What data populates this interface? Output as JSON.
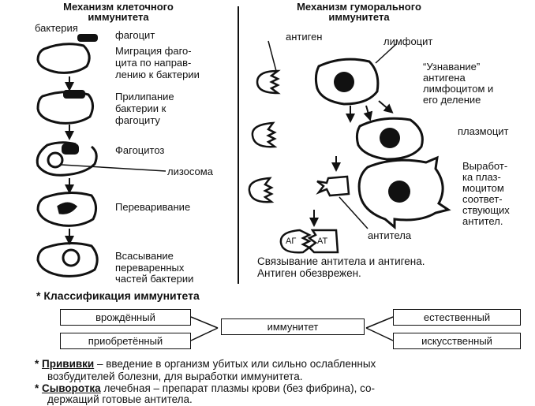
{
  "cellular": {
    "title_line1": "Механизм клеточного",
    "title_line2": "иммунитета",
    "bacterium": "бактерия",
    "phagocyte": "фагоцит",
    "migration": [
      "Миграция фаго-",
      "цита по направ-",
      "лению к бактерии"
    ],
    "adhesion": [
      "Прилипание",
      "бактерии к",
      "фагоциту"
    ],
    "phagocytosis": "Фагоцитоз",
    "lysosome": "лизосома",
    "digestion": "Переваривание",
    "absorption": [
      "Всасывание",
      "переваренных",
      "частей бактерии"
    ]
  },
  "humoral": {
    "title_line1": "Механизм гуморального",
    "title_line2": "иммунитета",
    "antigen": "антиген",
    "lymphocyte": "лимфоцит",
    "recognition": [
      "“Узнавание”",
      "антигена",
      "лимфоцитом и",
      "его деление"
    ],
    "plasmocyte": "плазмоцит",
    "production": [
      "Выработ-",
      "ка плаз-",
      "моцитом",
      "соответ-",
      "ствующих",
      "антител."
    ],
    "antibodies": "антитела",
    "ag": "АГ",
    "at": "АТ",
    "binding": [
      "Связывание антитела и антигена.",
      "Антиген обезврежен."
    ]
  },
  "classification": {
    "title": "* Классификация иммунитета",
    "innate": "врождённый",
    "acquired": "приобретённый",
    "immunity": "иммунитет",
    "natural": "естественный",
    "artificial": "искусственный"
  },
  "notes": {
    "vaccine_mark": "* ",
    "vaccine_term": "Прививки",
    "vaccine_text": " – введение в организм убитых или сильно ослабленных",
    "vaccine_text2": "возбудителей болезни, для выработки иммунитета.",
    "serum_mark": "* ",
    "serum_term": "Сыворотка",
    "serum_text": " лечебная – препарат плазмы крови (без фибрина), со-",
    "serum_text2": "держащий готовые антитела."
  }
}
